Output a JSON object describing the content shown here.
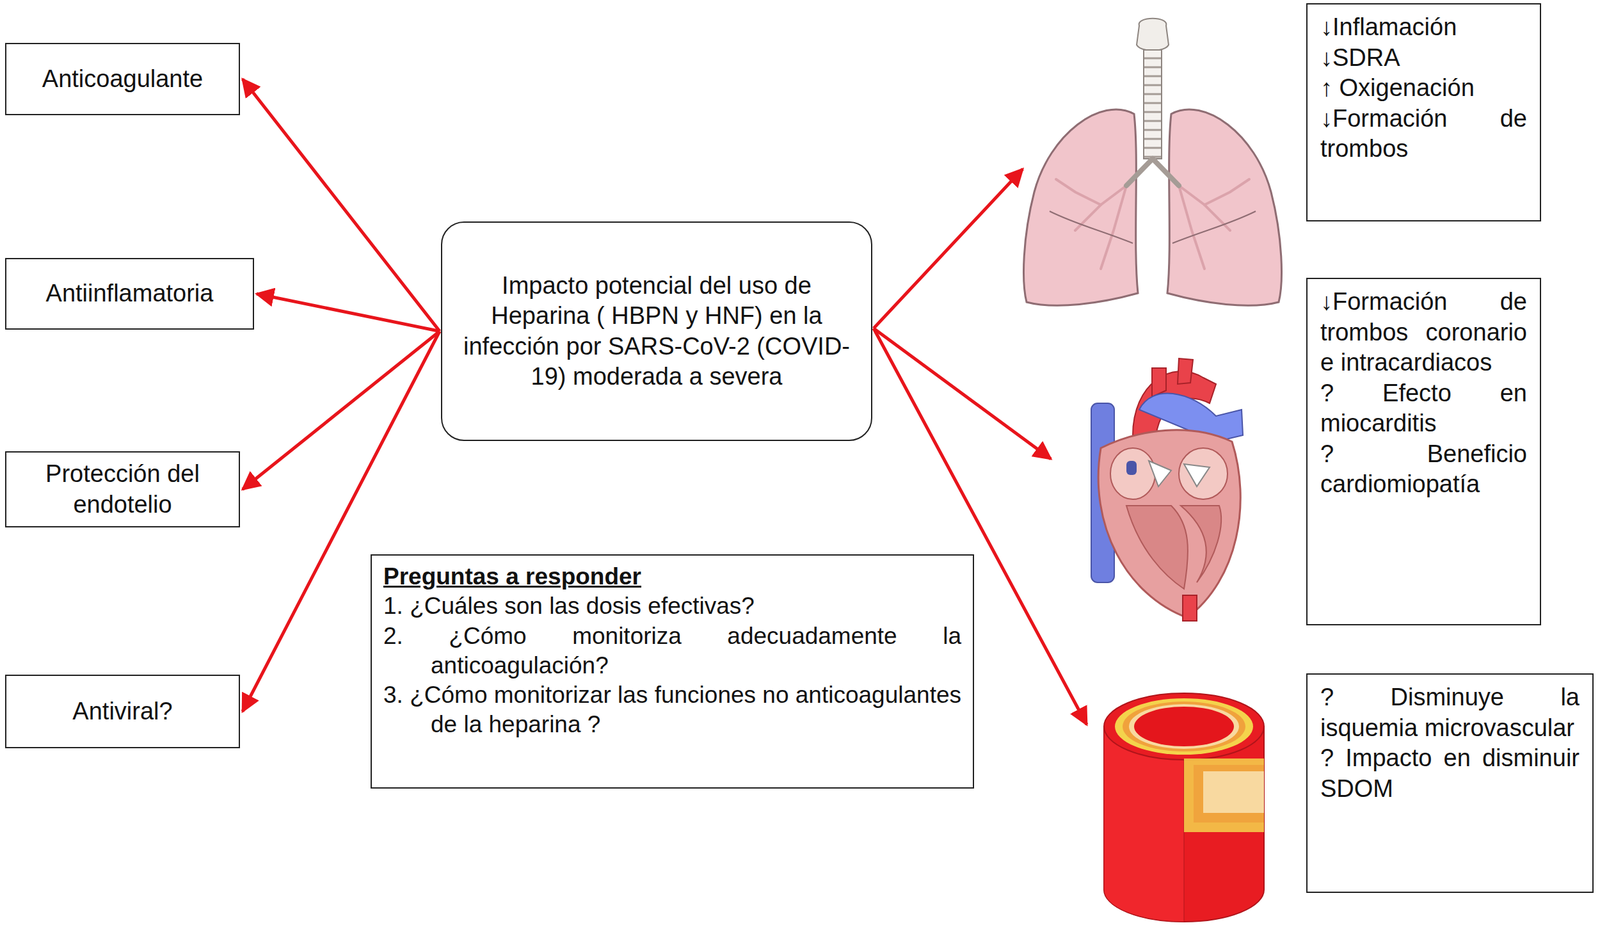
{
  "diagram": {
    "nodes": [
      {
        "text": [
          "Impacto potencial del uso de Heparina ( HBPN y HNF) en la infección por SARS-CoV-2 (COVID-19) moderada a severa"
        ]
      },
      {
        "text": [
          "Anticoagulante"
        ]
      },
      {
        "text": [
          "Antiinflamatoria"
        ]
      },
      {
        "text": [
          "Protección del endotelio"
        ]
      },
      {
        "text": [
          "Antiviral?"
        ]
      },
      {
        "text": [
          "Preguntas a responder",
          "1. ¿Cuáles son las dosis efectivas?",
          "2. ¿Cómo monitoriza adecuadamente la anticoagulación?",
          "3. ¿Cómo monitorizar las funciones no anticoagulantes de la heparina ?"
        ]
      },
      {
        "text": [
          "↓Inflamación",
          "↓SDRA",
          "↑ Oxigenación",
          "↓Formación de trombos"
        ]
      },
      {
        "text": [
          "↓Formación de trombos coronario e intracardiacos",
          "? Efecto en miocarditis",
          "? Beneficio cardiomiopatía"
        ]
      },
      {
        "text": [
          "? Disminuye la isquemia microvascular",
          "? Impacto en disminuir SDOM"
        ]
      }
    ],
    "edges": [
      {
        "from": 0,
        "to": 1,
        "arrow": "to"
      },
      {
        "from": 0,
        "to": 2,
        "arrow": "to"
      },
      {
        "from": 0,
        "to": 3,
        "arrow": "to"
      },
      {
        "from": 0,
        "to": 4,
        "arrow": "to"
      }
    ]
  }
}
